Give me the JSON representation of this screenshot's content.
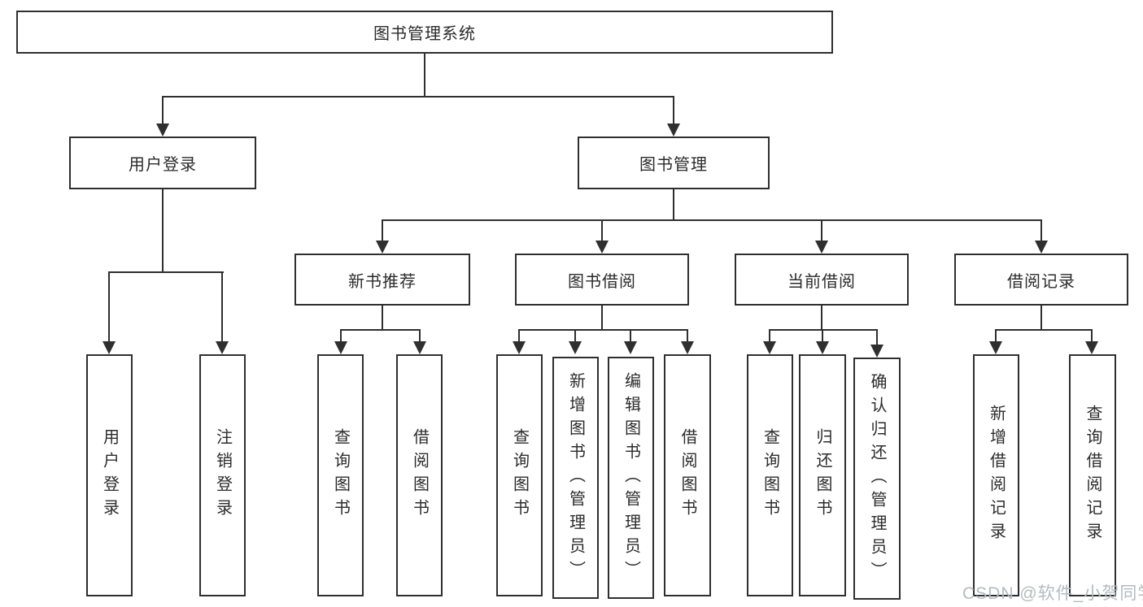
{
  "diagram": {
    "title": "图书管理系统",
    "root": {
      "label": "图书管理系统"
    },
    "branches": [
      {
        "label": "用户登录",
        "children": [
          {
            "label": "用户登录"
          },
          {
            "label": "注销登录"
          }
        ]
      },
      {
        "label": "图书管理",
        "sections": [
          {
            "label": "新书推荐",
            "children": [
              {
                "label": "查询图书"
              },
              {
                "label": "借阅图书"
              }
            ]
          },
          {
            "label": "图书借阅",
            "children": [
              {
                "label": "查询图书"
              },
              {
                "label": "新增图书（管理员）"
              },
              {
                "label": "编辑图书（管理员）"
              },
              {
                "label": "借阅图书"
              }
            ]
          },
          {
            "label": "当前借阅",
            "children": [
              {
                "label": "查询图书"
              },
              {
                "label": "归还图书"
              },
              {
                "label": "确认归还（管理员）"
              }
            ]
          },
          {
            "label": "借阅记录",
            "children": [
              {
                "label": "新增借阅记录"
              },
              {
                "label": "查询借阅记录"
              }
            ]
          }
        ]
      }
    ]
  },
  "watermark": {
    "text": "CSDN @软件_小贺同学"
  },
  "colors": {
    "line": "#2f2f2f",
    "box_border": "#2f2f2f",
    "text": "#2b2b2b",
    "watermark": "#b7babe",
    "background": "#ffffff"
  }
}
